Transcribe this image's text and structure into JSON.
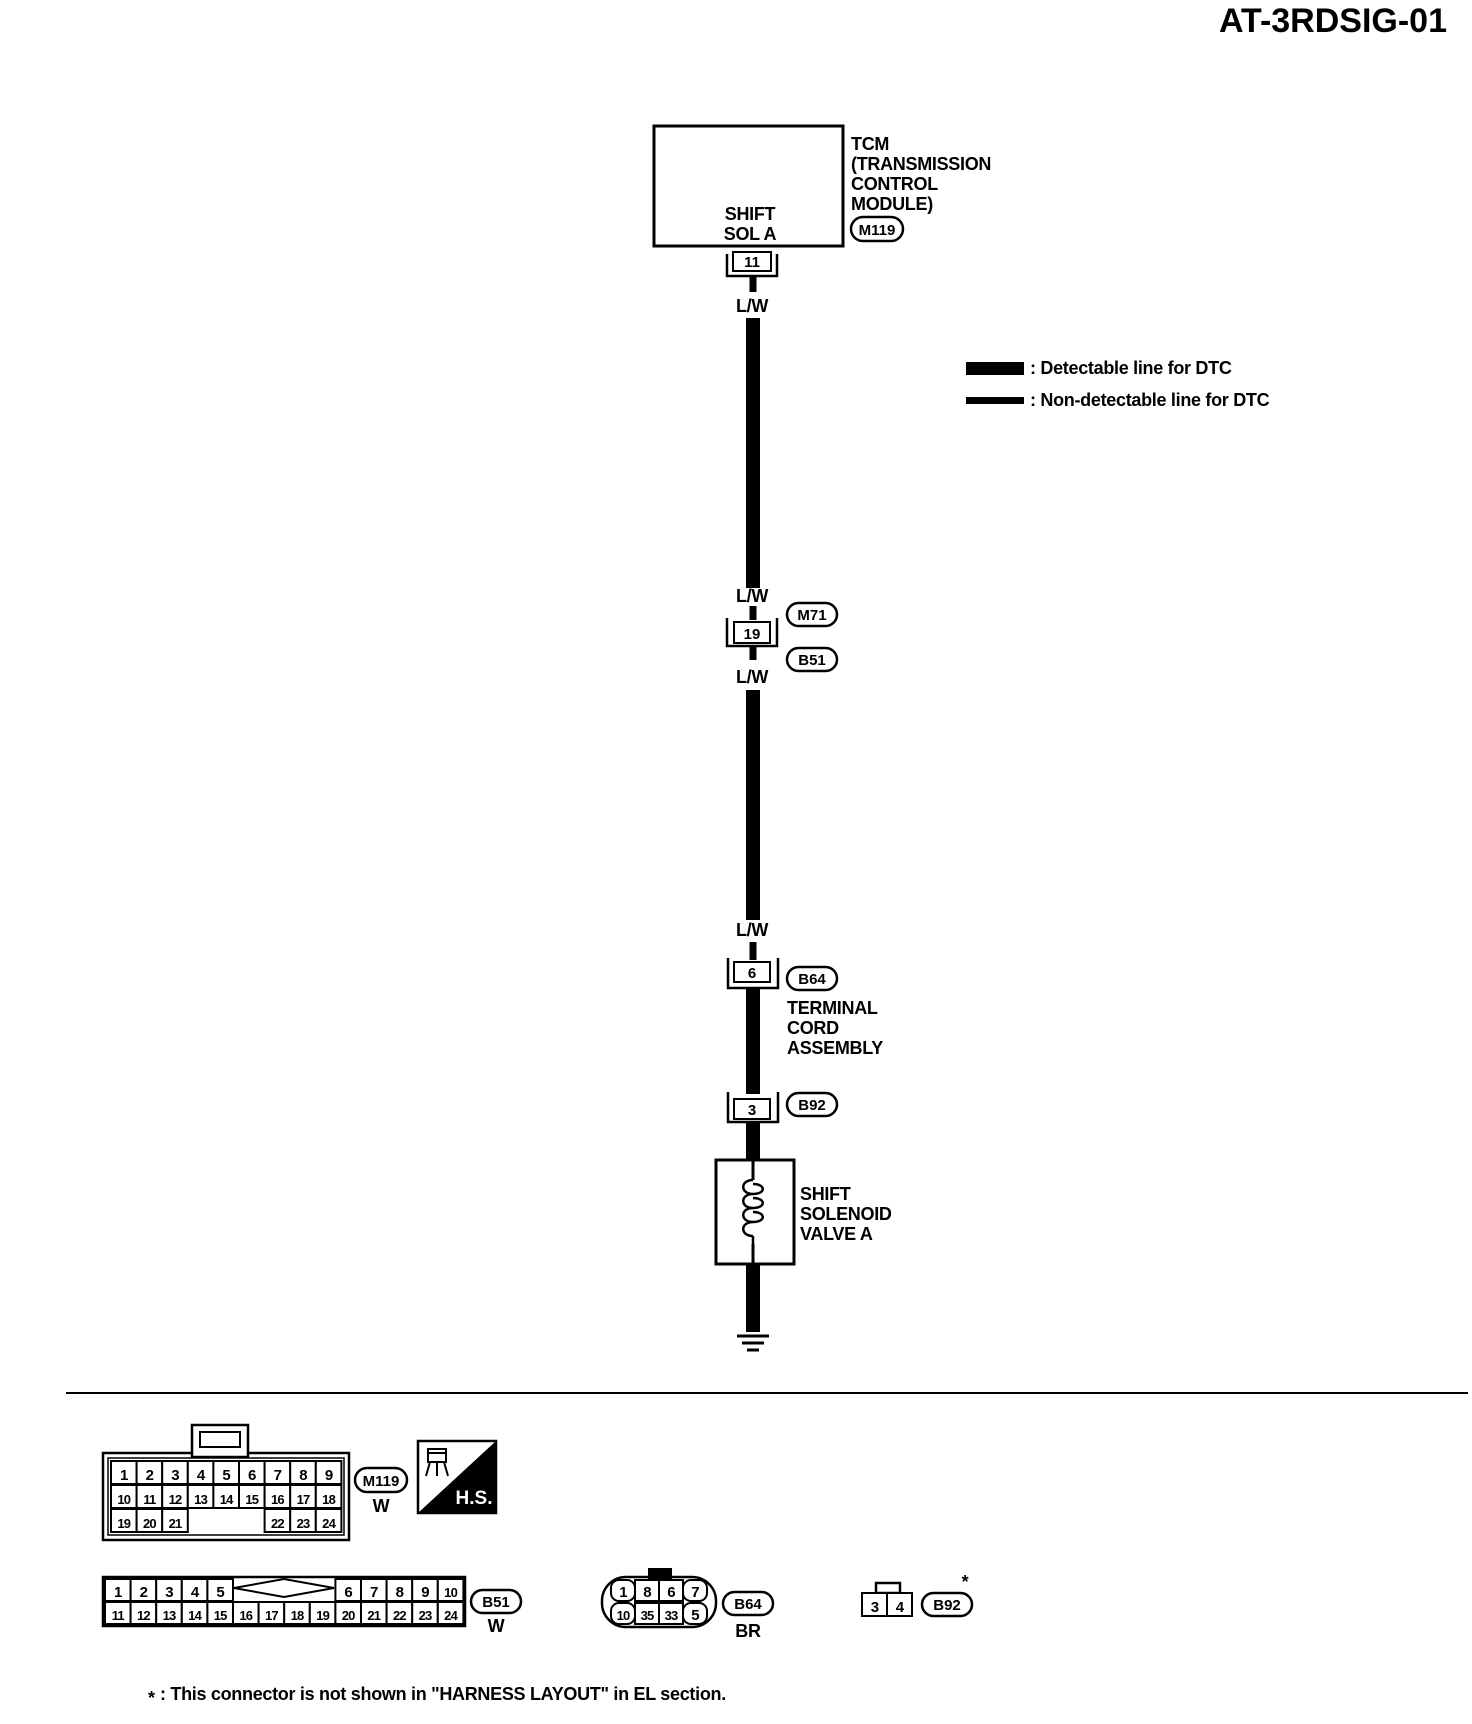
{
  "page_id": "AT-3RDSIG-01",
  "tcm": {
    "label_lines": [
      "TCM",
      "(TRANSMISSION",
      "CONTROL",
      "MODULE)"
    ],
    "connector": "M119",
    "terminal_label_lines": [
      "SHIFT",
      "SOL A"
    ],
    "pin": "11"
  },
  "wire_color": "L/W",
  "joint": {
    "pin": "19",
    "conn_top": "M71",
    "conn_bottom": "B51"
  },
  "terminal_cord": {
    "pin": "6",
    "connector": "B64",
    "label_lines": [
      "TERMINAL",
      "CORD",
      "ASSEMBLY"
    ]
  },
  "solenoid_conn": {
    "pin": "3",
    "connector": "B92"
  },
  "solenoid": {
    "label_lines": [
      "SHIFT",
      "SOLENOID",
      "VALVE A"
    ]
  },
  "legend": {
    "detectable": ": Detectable line for DTC",
    "non_detectable": ": Non-detectable line for DTC"
  },
  "connectors": {
    "m119": {
      "id": "M119",
      "color": "W",
      "rows": [
        [
          "1",
          "2",
          "3",
          "4",
          "5",
          "6",
          "7",
          "8",
          "9"
        ],
        [
          "10",
          "11",
          "12",
          "13",
          "14",
          "15",
          "16",
          "17",
          "18"
        ],
        [
          "19",
          "20",
          "21",
          "22",
          "23",
          "24"
        ]
      ]
    },
    "hs_label": "H.S.",
    "b51": {
      "id": "B51",
      "color": "W",
      "top_left": [
        "1",
        "2",
        "3",
        "4",
        "5"
      ],
      "top_right": [
        "6",
        "7",
        "8",
        "9",
        "10"
      ],
      "bottom": [
        "11",
        "12",
        "13",
        "14",
        "15",
        "16",
        "17",
        "18",
        "19",
        "20",
        "21",
        "22",
        "23",
        "24"
      ]
    },
    "b64": {
      "id": "B64",
      "color": "BR",
      "top": [
        "1",
        "8",
        "6",
        "7"
      ],
      "bottom": [
        "10",
        "35",
        "33",
        "5"
      ]
    },
    "b92": {
      "id": "B92",
      "star": "*",
      "pins": [
        "3",
        "4"
      ]
    }
  },
  "footnote": {
    "star": "*",
    "text": ": This connector is not shown in \"HARNESS LAYOUT\" in EL section."
  }
}
